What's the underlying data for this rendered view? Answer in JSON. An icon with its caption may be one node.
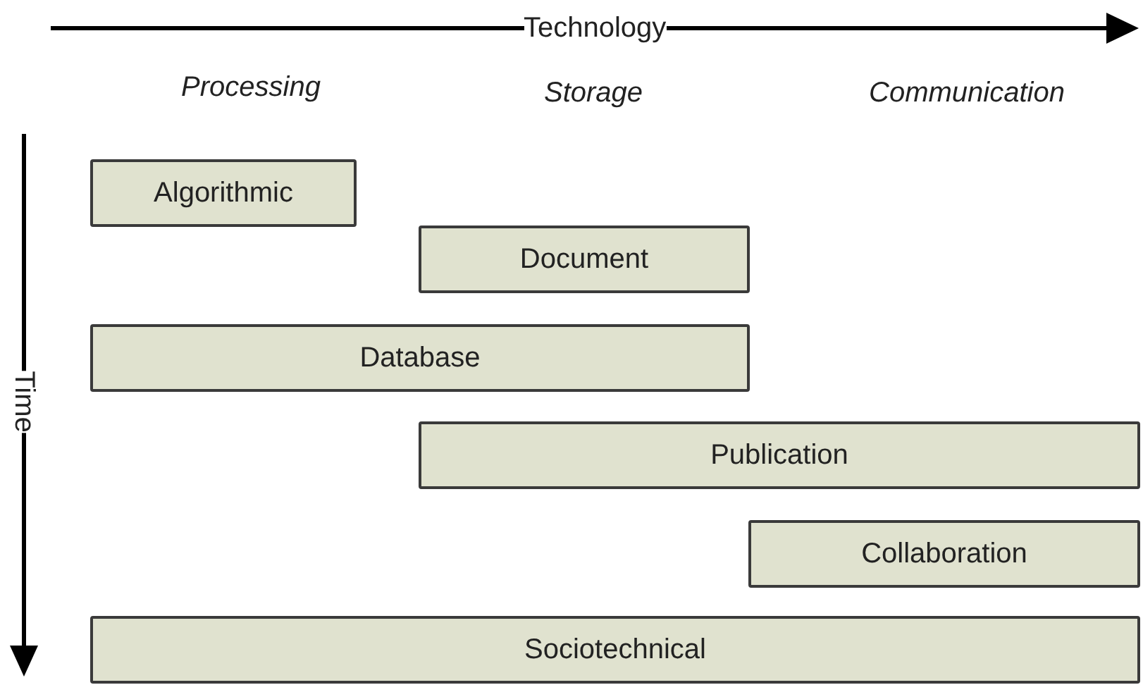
{
  "diagram": {
    "nodes": [
      {
        "text": [
          "Algorithmic"
        ]
      },
      {
        "text": [
          "Document"
        ]
      },
      {
        "text": [
          "Database"
        ]
      },
      {
        "text": [
          "Publication"
        ]
      },
      {
        "text": [
          "Collaboration"
        ]
      },
      {
        "text": [
          "Sociotechnical"
        ]
      }
    ],
    "labels": [
      "Technology",
      "Processing",
      "Storage",
      "Communication",
      "Time"
    ]
  }
}
